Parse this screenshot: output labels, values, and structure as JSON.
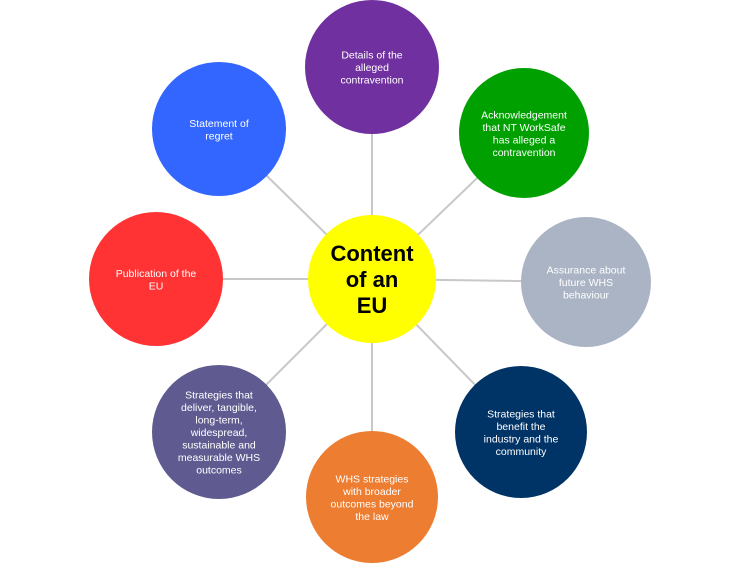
{
  "center": {
    "lines": [
      "Content",
      "of an",
      "EU"
    ],
    "color": "#ffff00"
  },
  "connector_color": "#c8c8c8",
  "nodes": [
    {
      "id": "details",
      "lines": [
        "Details of the",
        "alleged",
        "contravention"
      ],
      "color": "#7030a0"
    },
    {
      "id": "acknowledgement",
      "lines": [
        "Acknowledgement",
        "that NT WorkSafe",
        "has alleged a",
        "contravention"
      ],
      "color": "#00a000"
    },
    {
      "id": "assurance",
      "lines": [
        "Assurance about",
        "future WHS",
        "behaviour"
      ],
      "color": "#aab4c5"
    },
    {
      "id": "strategies-industry",
      "lines": [
        "Strategies that",
        "benefit the",
        "industry and the",
        "community"
      ],
      "color": "#003366"
    },
    {
      "id": "whs-strategies",
      "lines": [
        "WHS strategies",
        "with broader",
        "outcomes beyond",
        "the law"
      ],
      "color": "#ed7d31"
    },
    {
      "id": "strategies-outcomes",
      "lines": [
        "Strategies that",
        "deliver, tangible,",
        "long-term,",
        "widespread,",
        "sustainable and",
        "measurable WHS",
        "outcomes"
      ],
      "color": "#5f5b91"
    },
    {
      "id": "publication",
      "lines": [
        "Publication of the",
        "EU"
      ],
      "color": "#ff3333"
    },
    {
      "id": "regret",
      "lines": [
        "Statement of",
        "regret"
      ],
      "color": "#3366ff"
    }
  ]
}
